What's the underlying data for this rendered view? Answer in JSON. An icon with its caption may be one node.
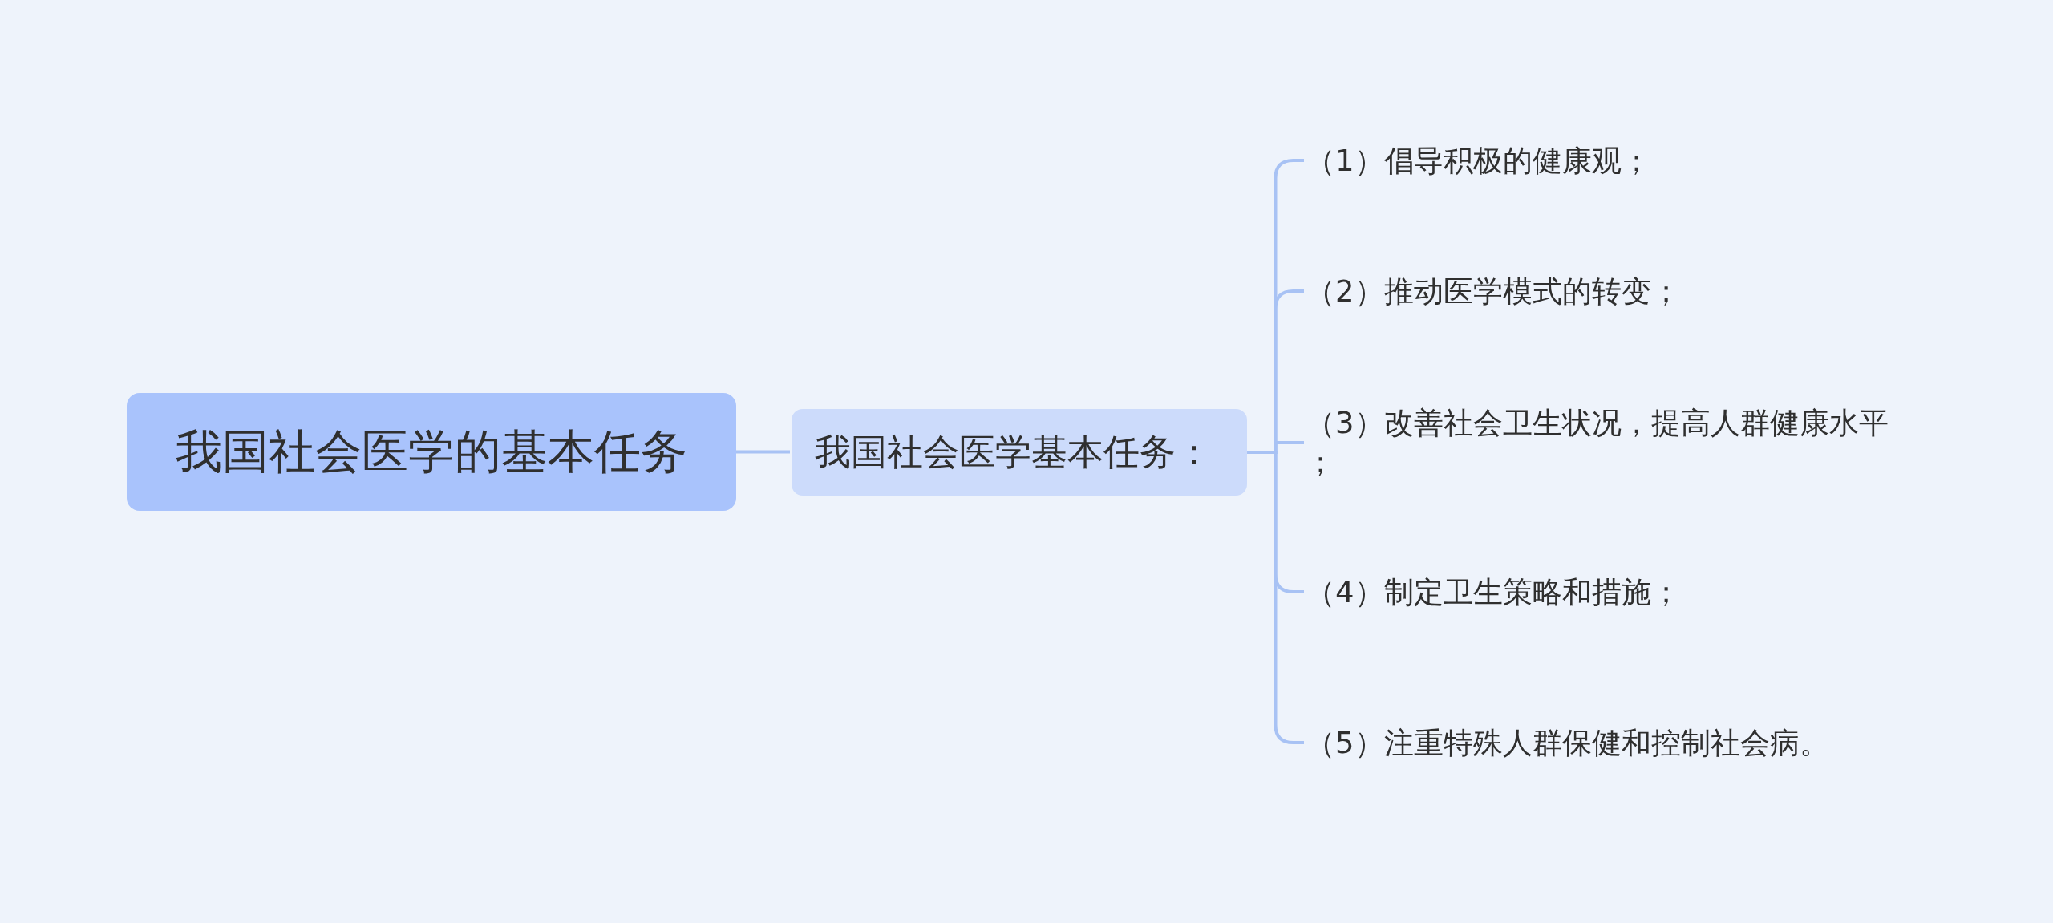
{
  "diagram": {
    "nodes": [
      {
        "text": [
          "我国社会医学的基本任务"
        ]
      },
      {
        "text": [
          "我国社会医学基本任务："
        ]
      },
      {
        "text": [
          "（1）倡导积极的健康观；"
        ]
      },
      {
        "text": [
          "（2）推动医学模式的转变；"
        ]
      },
      {
        "text": [
          "（3）改善社会卫生状况，提高人群健康水平；"
        ]
      },
      {
        "text": [
          "（4）制定卫生策略和措施；"
        ]
      },
      {
        "text": [
          "（5）注重特殊人群保健和控制社会病。"
        ]
      }
    ],
    "edges": [
      {
        "from": 0,
        "to": 1,
        "arrow": "none"
      },
      {
        "from": 1,
        "to": 2,
        "arrow": "none"
      },
      {
        "from": 1,
        "to": 3,
        "arrow": "none"
      },
      {
        "from": 1,
        "to": 4,
        "arrow": "none"
      },
      {
        "from": 1,
        "to": 5,
        "arrow": "none"
      },
      {
        "from": 1,
        "to": 6,
        "arrow": "none"
      }
    ]
  }
}
